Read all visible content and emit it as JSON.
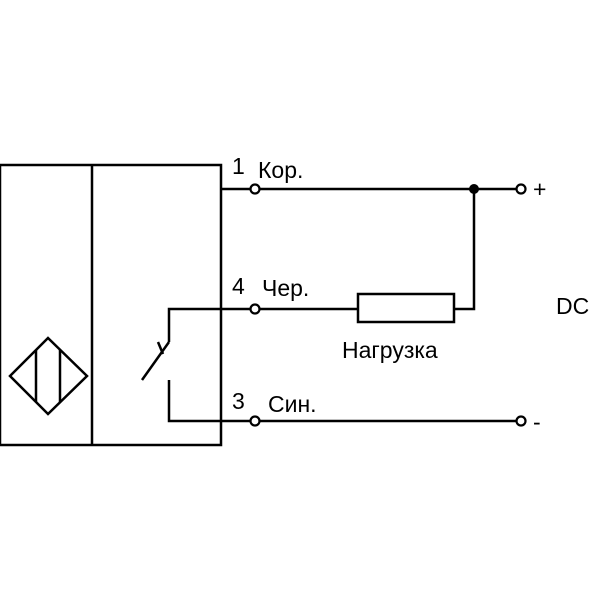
{
  "terminals": [
    {
      "number": "1",
      "label": "Кор."
    },
    {
      "number": "4",
      "label": "Чер."
    },
    {
      "number": "3",
      "label": "Син."
    }
  ],
  "load_label": "Нагрузка",
  "supply": {
    "label": "DC",
    "positive": "+",
    "negative": "-"
  },
  "colors": {
    "stroke": "#000000",
    "background": "#ffffff"
  }
}
